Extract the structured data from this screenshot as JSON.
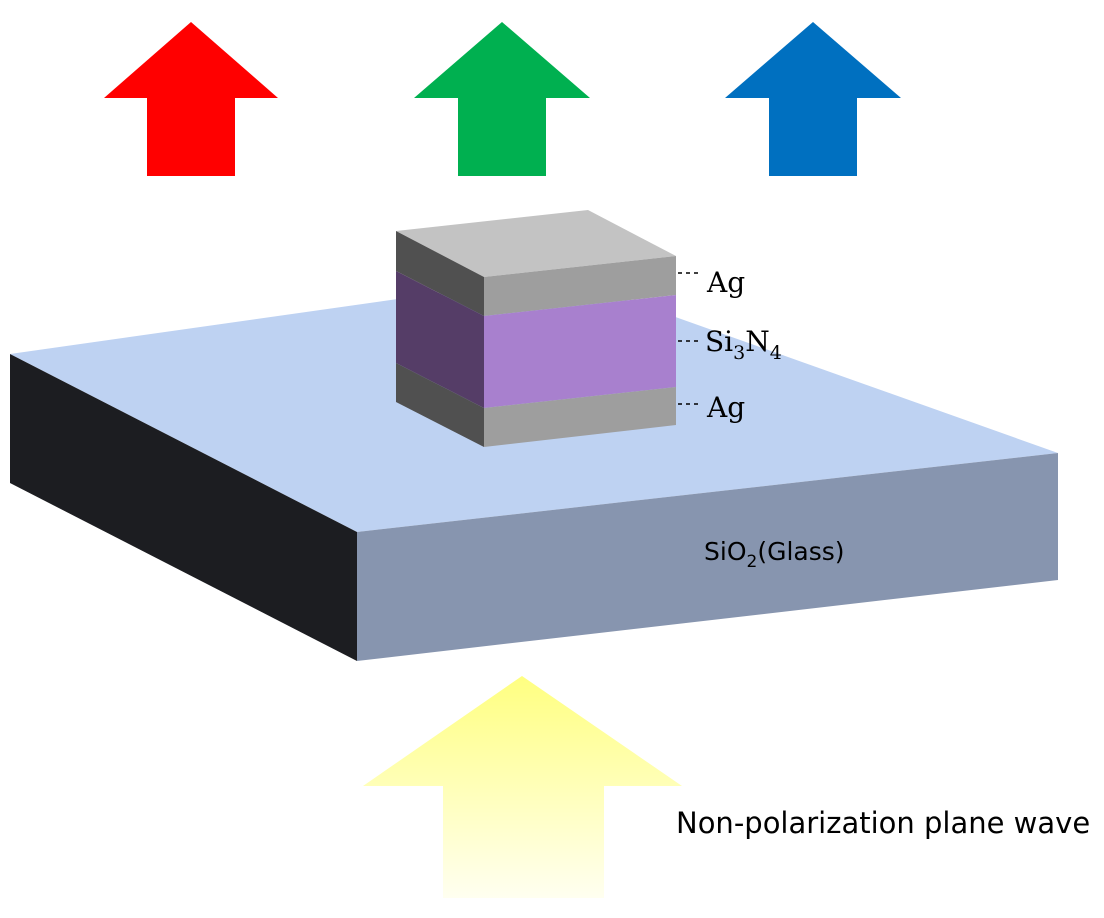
{
  "colors": {
    "arrow_red": "#FF0000",
    "arrow_green": "#00B050",
    "arrow_blue": "#0070C0",
    "incident_wave_gradient": [
      "#FFFF80",
      "#FFFFF0"
    ],
    "substrate_top": "#BED2F2",
    "substrate_front": "#8795AF",
    "substrate_side": "#1C1D21",
    "ag_top": "#C3C3C3",
    "ag_front": "#9E9E9E",
    "ag_side": "#505050",
    "si3n4_front": "#A880CE",
    "si3n4_side": "#553D67"
  },
  "layers": {
    "ag_top": {
      "base": "Ag"
    },
    "si3n4": {
      "base": "Si",
      "sub1": "3",
      "mid": "N",
      "sub2": "4"
    },
    "ag_bottom": {
      "base": "Ag"
    }
  },
  "substrate": {
    "base": "SiO",
    "sub": "2",
    "suffix": "(Glass)"
  },
  "incident_wave": {
    "label": "Non-polarization plane wave"
  }
}
